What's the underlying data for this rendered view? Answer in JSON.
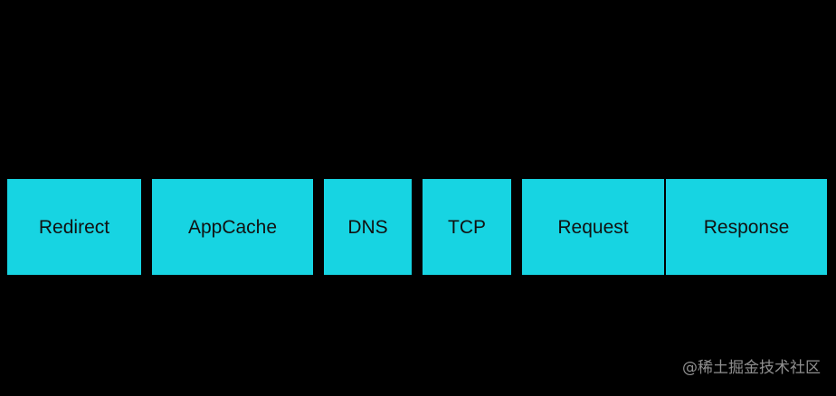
{
  "stages": [
    {
      "label": "Redirect"
    },
    {
      "label": "AppCache"
    },
    {
      "label": "DNS"
    },
    {
      "label": "TCP"
    },
    {
      "label": "Request"
    },
    {
      "label": "Response"
    }
  ],
  "watermark": {
    "text": "@稀土掘金技术社区"
  },
  "colors": {
    "background": "#000000",
    "stage_fill": "#17d4e2",
    "stage_text": "#111111",
    "watermark_text": "#8f8f8f"
  }
}
